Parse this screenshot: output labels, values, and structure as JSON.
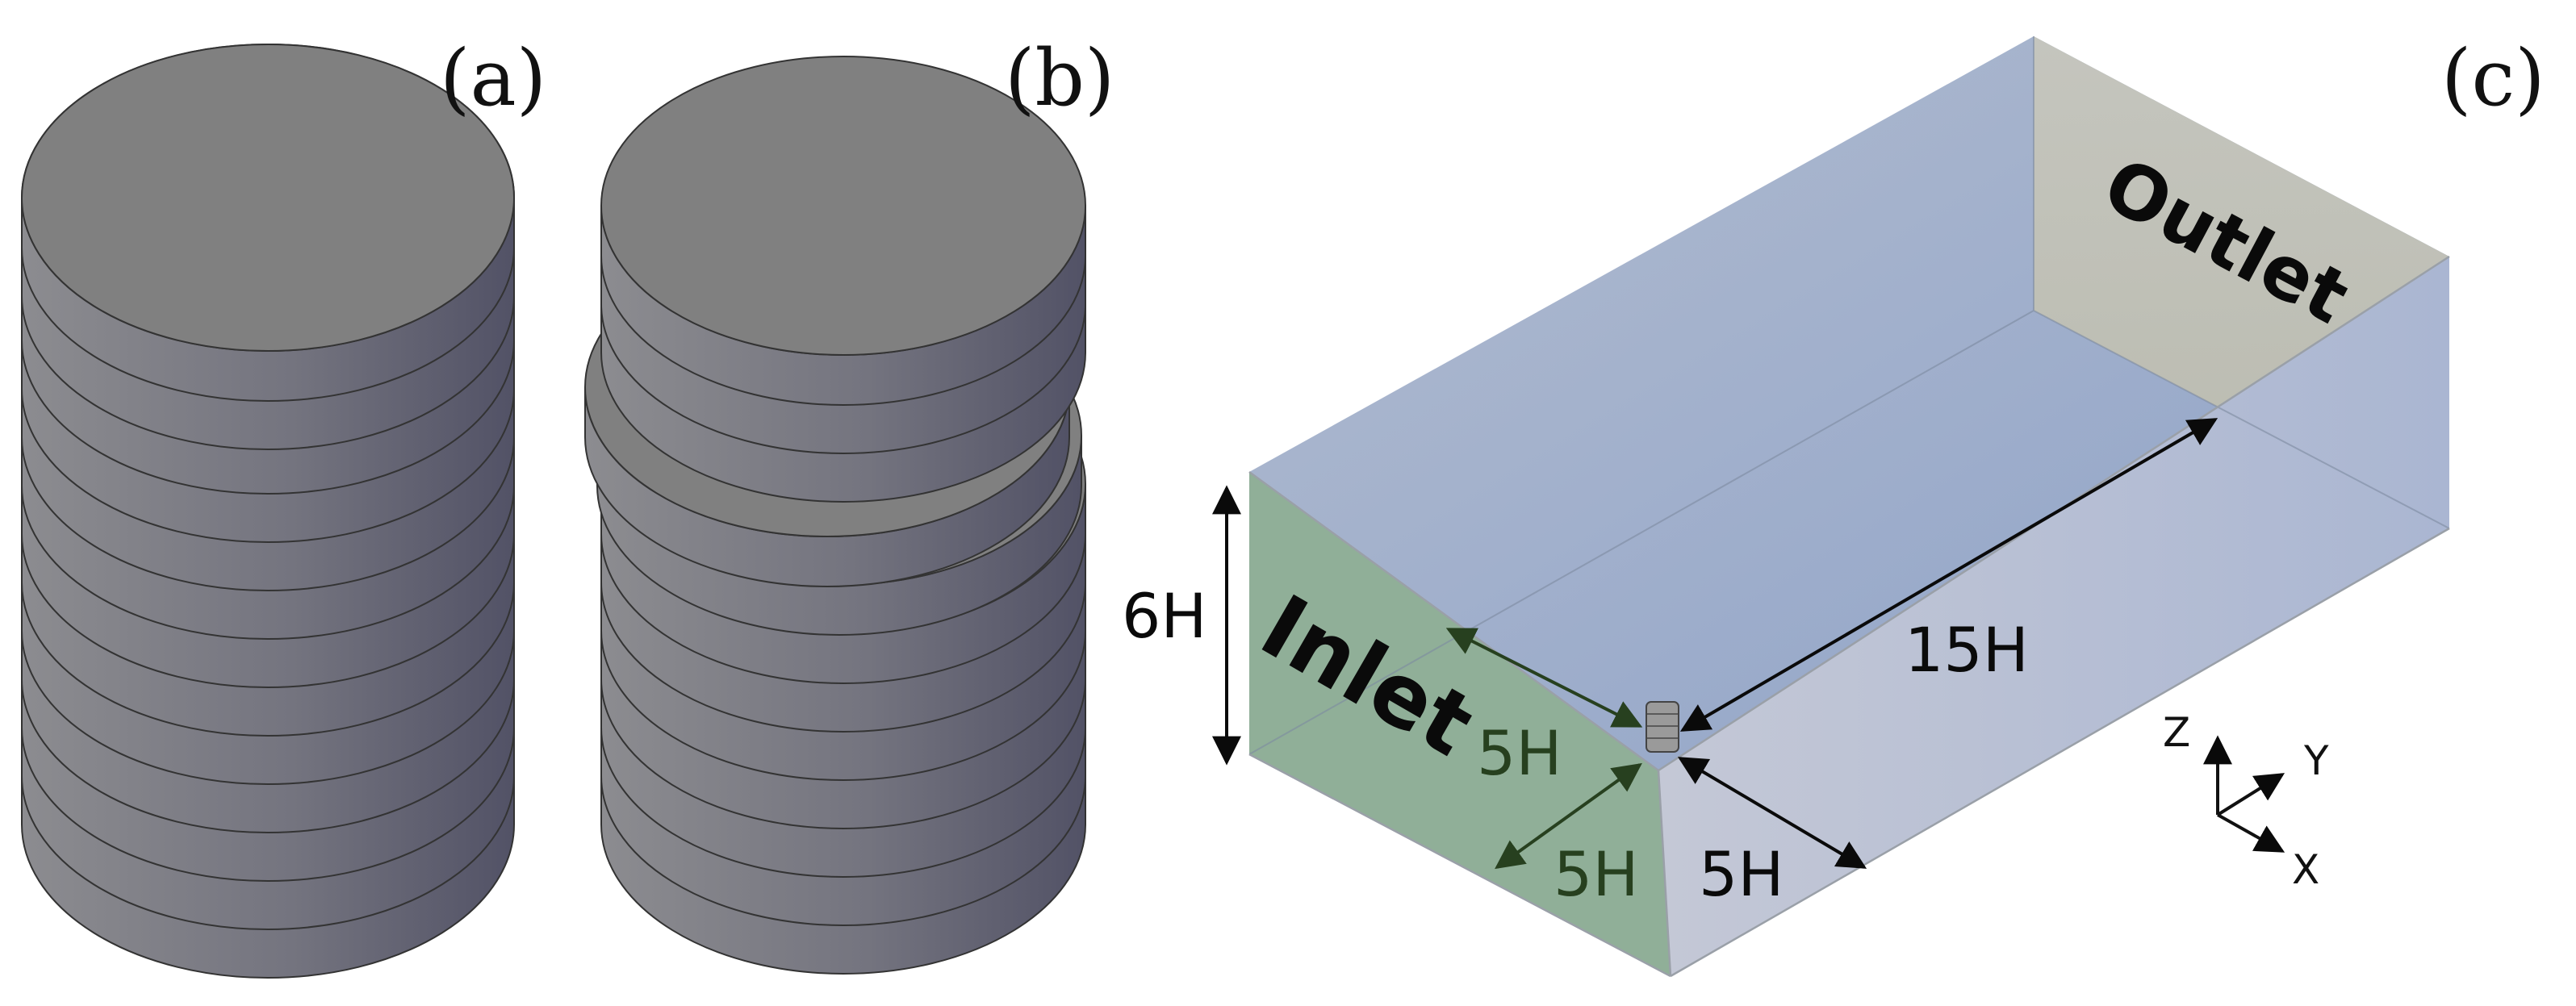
{
  "panels": {
    "a": {
      "label": "(a)"
    },
    "b": {
      "label": "(b)"
    },
    "c": {
      "label": "(c)"
    }
  },
  "domain_box": {
    "inlet_label": "Inlet",
    "outlet_label": "Outlet",
    "dimensions": {
      "height": "6H",
      "upstream": "5H",
      "side_left": "5H",
      "side_right": "5H",
      "downstream": "15H"
    }
  },
  "axes": {
    "z": "Z",
    "y": "Y",
    "x": "X"
  },
  "colors": {
    "disk_side_dark": "#5a5a70",
    "disk_side_light": "#8a8a8e",
    "disk_top": "#808080",
    "inlet_face": "#8aab92",
    "top_face": "#9fb0cc",
    "outlet_face": "#c9c9c0",
    "front_face": "#b7c0d6",
    "dimension_green": "#27401f"
  }
}
